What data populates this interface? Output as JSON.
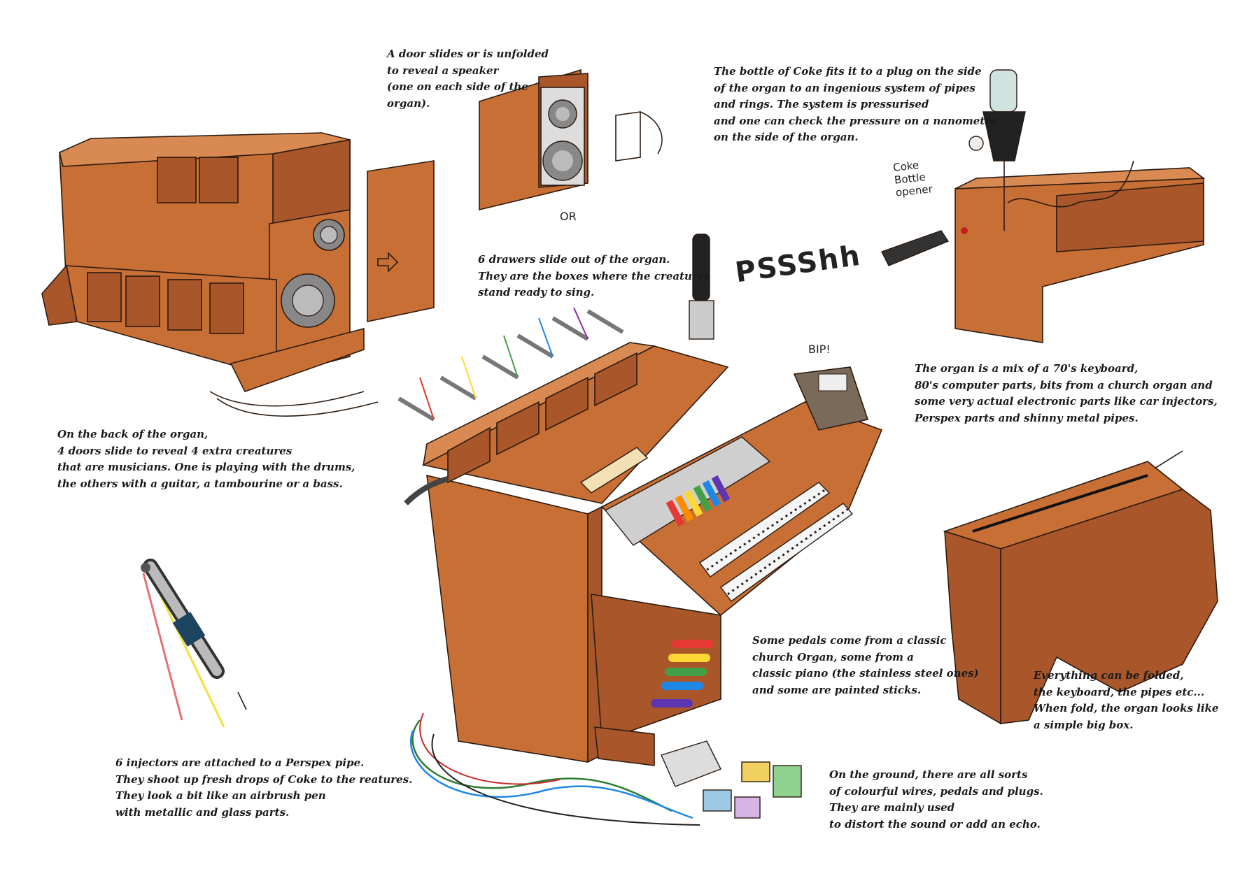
{
  "notes": {
    "back_doors": "On the back of the organ,\n4 doors slide to reveal 4 extra creatures\nthat are musicians. One is playing with the drums,\nthe others with a guitar, a tambourine or a bass.",
    "speaker_door": "A door slides or is unfolded\nto reveal a speaker\n(one on each side of the\norgan).",
    "coke_bottle": "The bottle of Coke fits it to a plug on the side\nof the organ to an ingenious system of pipes\nand rings. The system is pressurised\nand one can check the pressure on a nanometre\non the side of the organ.",
    "drawers": "6 drawers slide out of the organ.\nThey are the boxes where the creatures\nstand ready to sing.",
    "organ_mix": "The organ is a mix of a 70's keyboard,\n80's computer parts, bits from a church organ and\nsome very actual electronic parts like car injectors,\nPerspex parts and shinny metal pipes.",
    "pedals": "Some pedals come from a classic\nchurch Organ, some from a\nclassic piano (the stainless steel ones)\nand some are painted sticks.",
    "folding": "Everything can be folded,\nthe keyboard, the pipes etc...\nWhen fold, the organ looks like\na simple big box.",
    "injectors": "6 injectors are attached to a Perspex pipe.\nThey shoot up fresh drops of Coke to the reatures.\nThey look a bit like an airbrush pen\nwith metallic and glass parts.",
    "ground": "On the ground, there are all sorts\nof colourful wires, pedals and plugs.\nThey are mainly used\nto distort the sound or add an echo."
  },
  "handwriting": {
    "or": "OR",
    "pssshh": "PSSShh",
    "bip": "BIP!",
    "coke_opener": "Coke\nBottle\nopener"
  },
  "colors": {
    "wood": "#c86f35",
    "wood_dark": "#a9572a",
    "wood_light": "#d88a52",
    "ink": "#2a1a10"
  }
}
